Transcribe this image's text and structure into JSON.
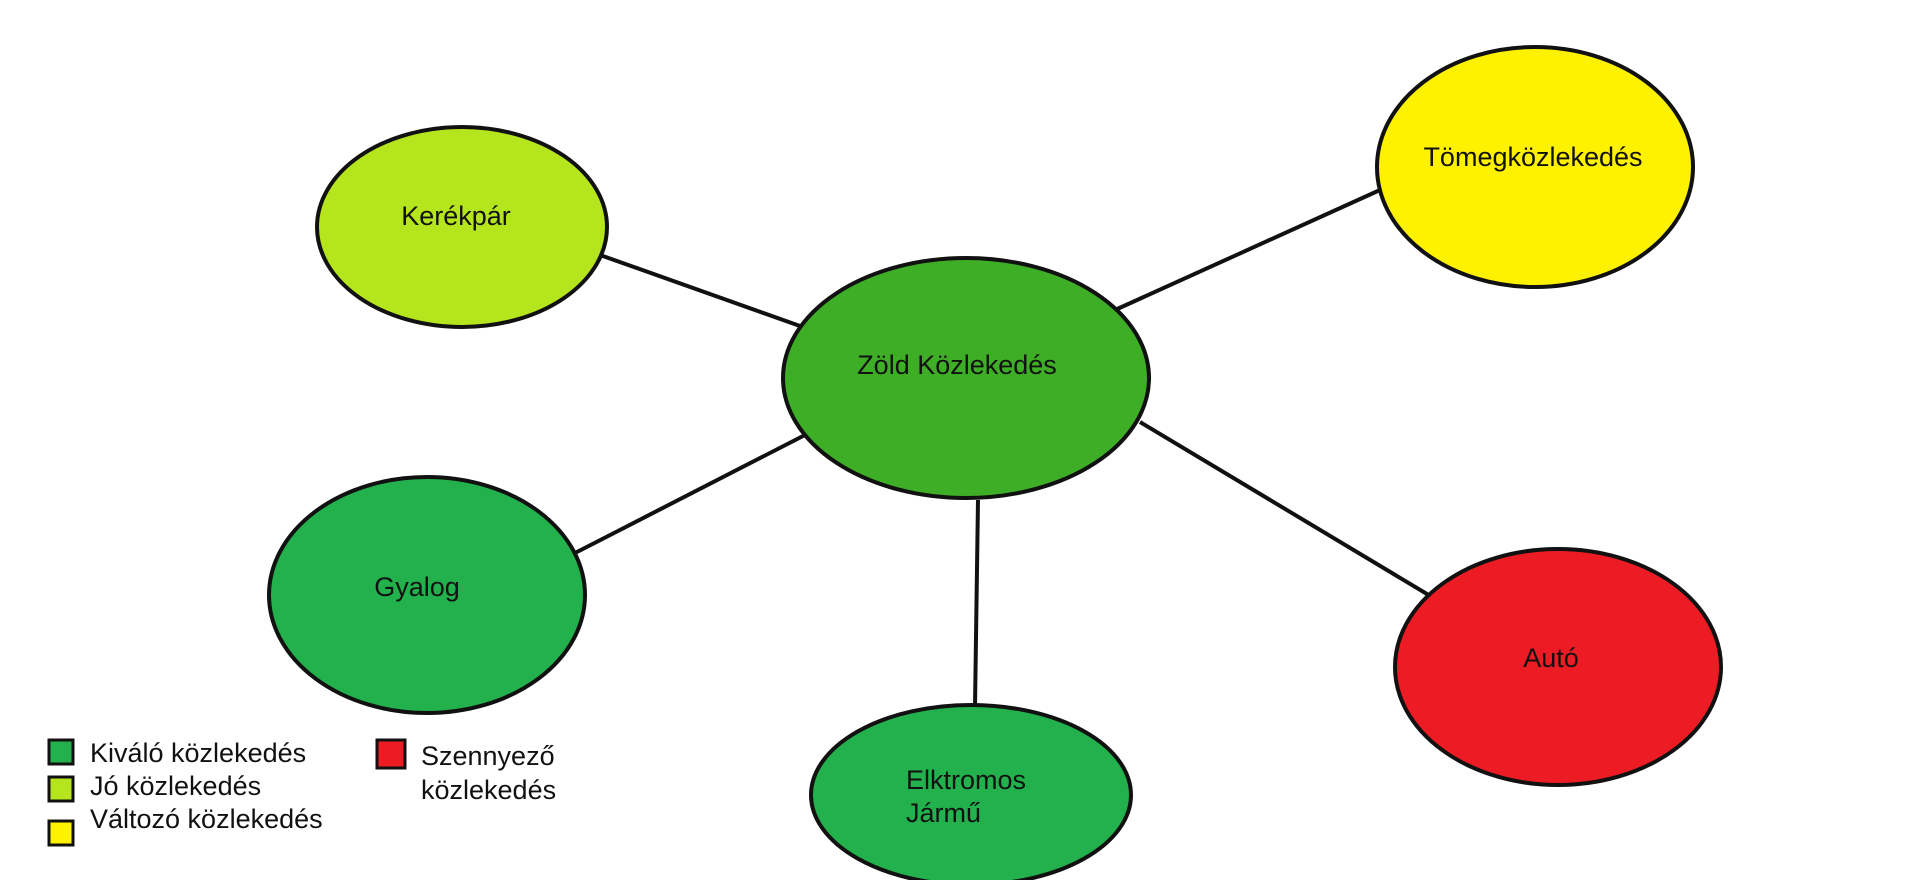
{
  "colors": {
    "kivalo": "#22b14c",
    "jo": "#b5e61d",
    "valtozo": "#fff200",
    "szennyezo": "#ed1c24",
    "center": "#3fae27",
    "stroke": "#111111"
  },
  "nodes": {
    "center": {
      "label": "Zöld Közlekedés"
    },
    "kerekpar": {
      "label": "Kerékpár"
    },
    "tomeg": {
      "label": "Tömegközlekedés"
    },
    "gyalog": {
      "label": "Gyalog"
    },
    "elektromos": {
      "line1": "Elktromos",
      "line2": "Jármű"
    },
    "auto": {
      "label": "Autó"
    }
  },
  "legend": {
    "kivalo": "Kiváló közlekedés",
    "jo": "Jó közlekedés",
    "valtozo": "Változó közlekedés",
    "szennyezo_line1": "Szennyező",
    "szennyezo_line2": "közlekedés"
  }
}
